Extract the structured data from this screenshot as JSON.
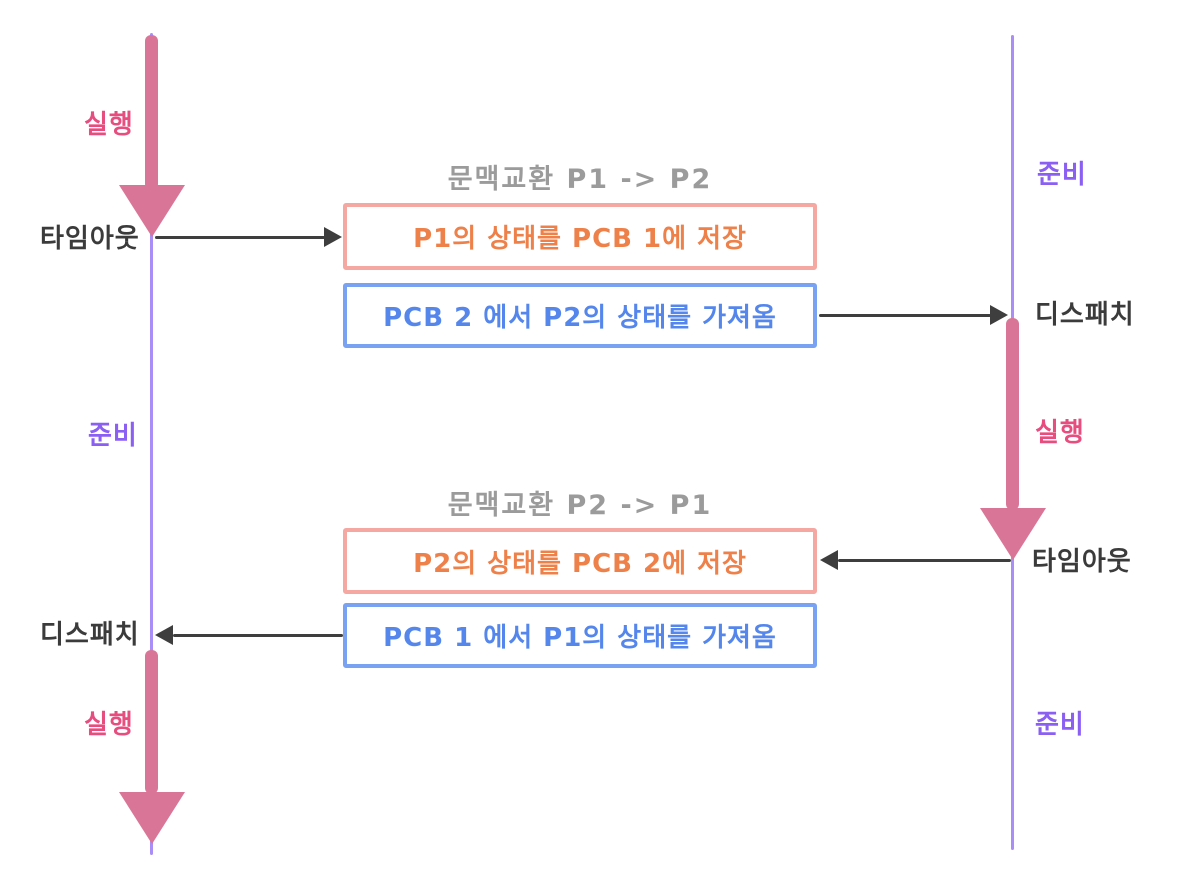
{
  "diagram_title": "Process context switch timeline diagram (P1 / P2)",
  "colors": {
    "execution_arrow_pink": "#d97697",
    "execution_label_pink": "#e74d7f",
    "ready_timeline_purple": "#a98ef7",
    "ready_label_purple": "#8a5ff2",
    "section_title_gray": "#9b9b9b",
    "save_box_border_salmon": "#f5a8a2",
    "save_box_text_orange": "#ee8049",
    "load_box_border_blue": "#79a3f2",
    "load_box_text_blue": "#5486ec",
    "transfer_arrow_black": "#3e3e3e",
    "event_label_dark": "#3b3b3b"
  },
  "p1_timeline": {
    "exec_top_label": "실행",
    "timeout_label": "타임아웃",
    "ready_label": "준비",
    "dispatch_label": "디스패치",
    "exec_bottom_label": "실행"
  },
  "p2_timeline": {
    "ready_top_label": "준비",
    "dispatch_label": "디스패치",
    "exec_label": "실행",
    "timeout_label": "타임아웃",
    "ready_bottom_label": "준비"
  },
  "context_switch_1": {
    "title": "문맥교환 P1 -> P2",
    "save_box_text": "P1의 상태를 PCB 1에 저장",
    "load_box_text": "PCB 2 에서 P2의 상태를 가져옴"
  },
  "context_switch_2": {
    "title": "문맥교환 P2 -> P1",
    "save_box_text": "P2의 상태를 PCB 2에 저장",
    "load_box_text": "PCB 1 에서 P1의 상태를 가져옴"
  }
}
